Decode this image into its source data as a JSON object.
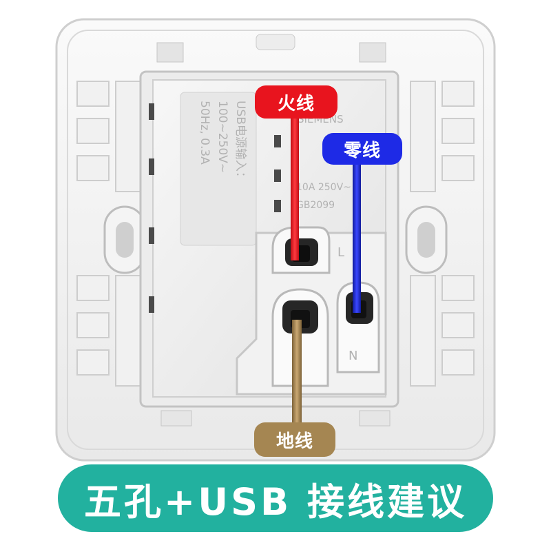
{
  "labels": {
    "live": "火线",
    "neutral": "零线",
    "ground": "地线"
  },
  "panel_text": {
    "usb_line1": "USB电源输入：",
    "usb_line2": "100~250V~",
    "usb_line3": "50Hz, 0.3A",
    "brand": "SIEMENS",
    "rating": "10A 250V~",
    "standard": "GB2099",
    "terminal_l": "L",
    "terminal_n": "N"
  },
  "banner": {
    "text": "五孔+USB 接线建议"
  },
  "colors": {
    "live": "#e8141e",
    "neutral": "#1e2ae6",
    "ground": "#a58652",
    "banner": "#22b19f",
    "panel": "#f3f3f3"
  }
}
